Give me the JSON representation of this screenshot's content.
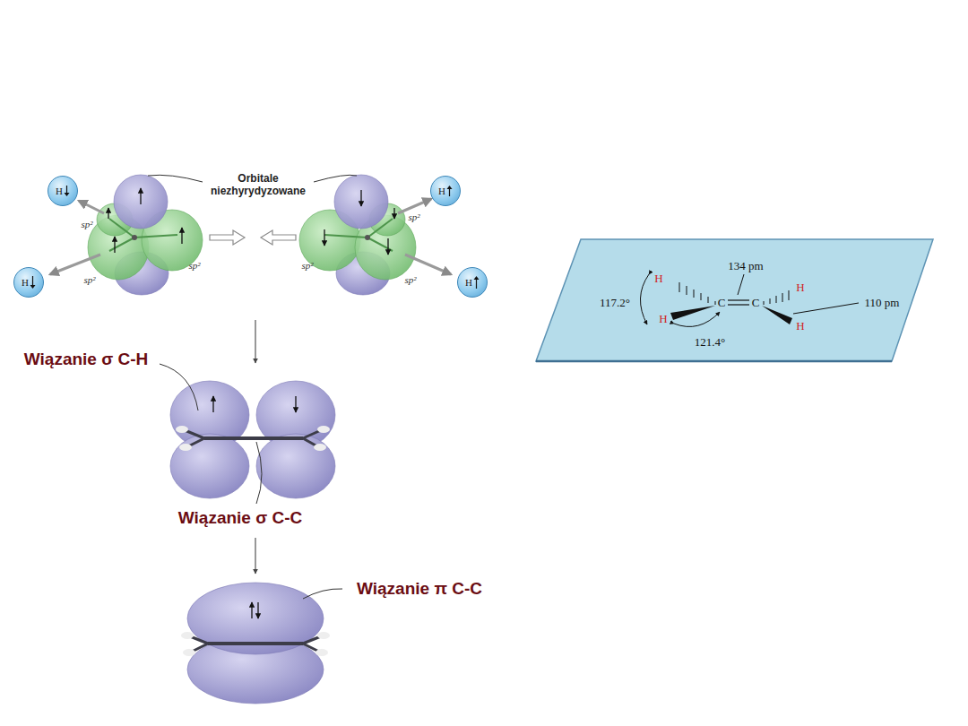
{
  "diagram": {
    "nodes": [
      {
        "text": [
          "H"
        ]
      },
      {
        "text": [
          "H"
        ]
      },
      {
        "text": [
          "H"
        ]
      },
      {
        "text": [
          "H"
        ]
      }
    ],
    "labels": [
      "Orbitale niezhyrydyzowane",
      "sp²",
      "sp²",
      "sp²",
      "sp²",
      "sp²",
      "sp²",
      "Wiązanie σ C-H",
      "Wiązanie σ C-C",
      "Wiązanie π C-C",
      "134 pm",
      "117.2°",
      "H",
      "C",
      "C",
      "H",
      "110 pm",
      "H",
      "H",
      "121.4°"
    ]
  }
}
